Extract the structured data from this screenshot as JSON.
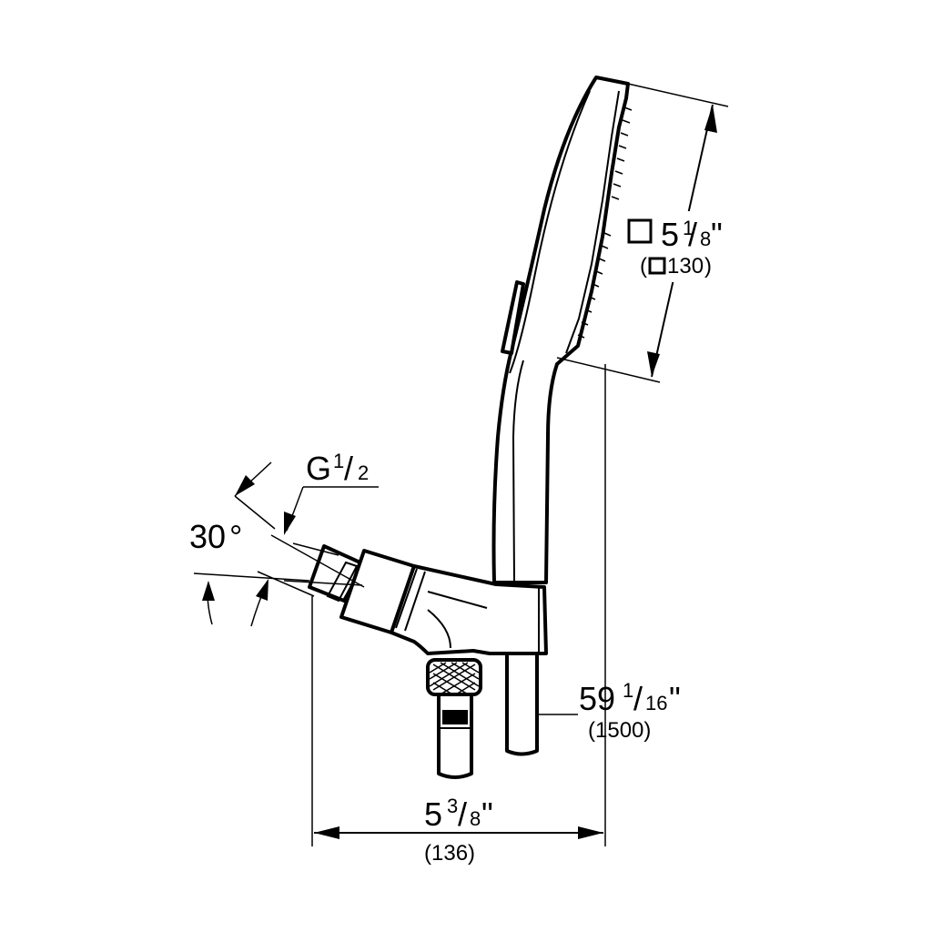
{
  "dimensions": {
    "head_size": {
      "main": "5",
      "sup": "1",
      "sub": "8",
      "unit": "\"",
      "metric": "130"
    },
    "hose_length": {
      "main": "59",
      "sup": "1",
      "sub": "16",
      "unit": "\"",
      "metric": "(1500)"
    },
    "width": {
      "main": "5",
      "sup": "3",
      "sub": "8",
      "unit": "\"",
      "metric": "(136)"
    },
    "thread": {
      "main": "G",
      "sup": "1",
      "sub": "2"
    },
    "angle": {
      "value": "30",
      "unit": "°"
    }
  },
  "icons": [
    "square-size-icon"
  ],
  "colors": {
    "line": "#000000",
    "background": "#ffffff"
  }
}
